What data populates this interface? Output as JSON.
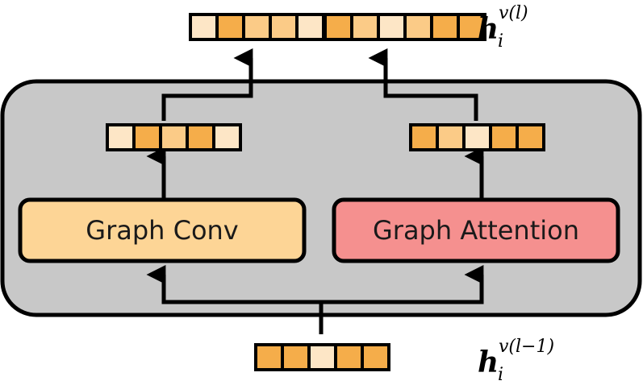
{
  "diagram": {
    "modules": {
      "graph_conv": {
        "label": "Graph Conv",
        "fill": "#fdd596"
      },
      "graph_attention": {
        "label": "Graph Attention",
        "fill": "#f5908f"
      }
    },
    "container_fill": "#c8c8c8",
    "palette": {
      "light": "#fde6c6",
      "mid": "#fbcb87",
      "dark": "#f5ad4a"
    },
    "vectors": {
      "input": {
        "cells": [
          "dark",
          "dark",
          "light",
          "dark",
          "dark"
        ]
      },
      "conv_out": {
        "cells": [
          "light",
          "dark",
          "mid",
          "dark",
          "light"
        ]
      },
      "attn_out": {
        "cells": [
          "dark",
          "mid",
          "light",
          "dark",
          "dark"
        ]
      },
      "output_left": {
        "cells": [
          "light",
          "dark",
          "mid",
          "mid",
          "light"
        ]
      },
      "output_right": {
        "cells": [
          "dark",
          "mid",
          "light",
          "mid",
          "dark",
          "dark"
        ]
      }
    },
    "output_label": {
      "base": "h",
      "sub": "i",
      "sup": "v(l)"
    },
    "input_label": {
      "base": "h",
      "sub": "i",
      "sup": "v(l−1)"
    }
  }
}
